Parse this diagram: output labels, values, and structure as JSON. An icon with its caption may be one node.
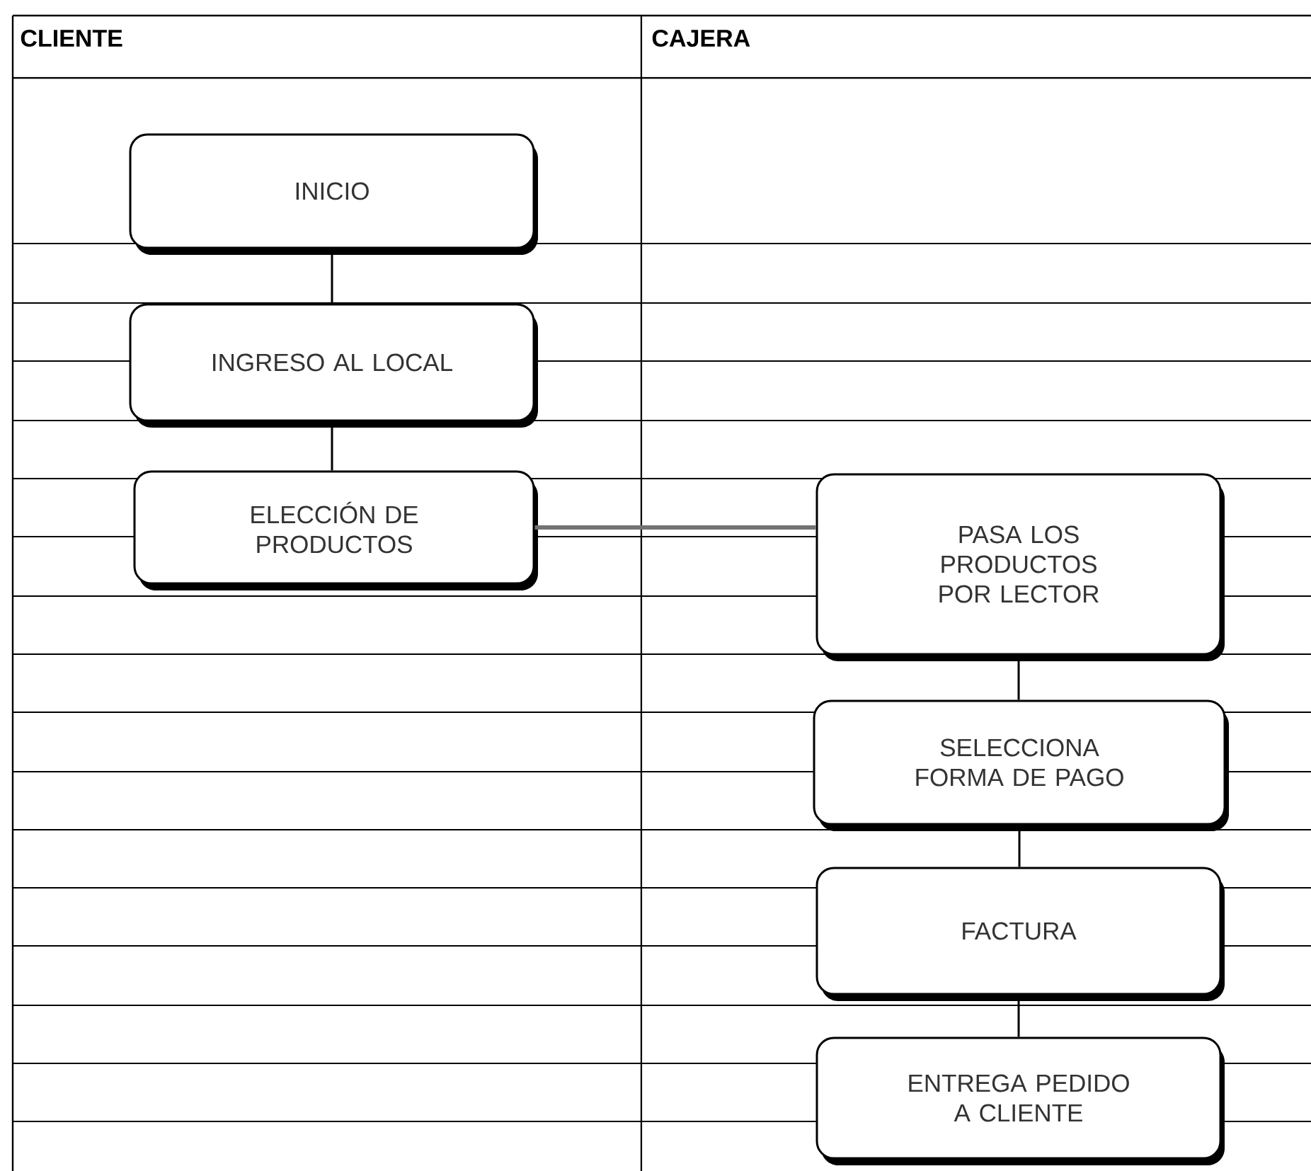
{
  "diagram": {
    "nodes": [
      {
        "text": [
          "INICIO"
        ]
      },
      {
        "text": [
          "INGRESO AL LOCAL"
        ]
      },
      {
        "text": [
          "ELECCIÓN DE PRODUCTOS"
        ]
      },
      {
        "text": [
          "PASA LOS PRODUCTOS POR LECTOR"
        ]
      },
      {
        "text": [
          "SELECCIONA FORMA DE PAGO"
        ]
      },
      {
        "text": [
          "FACTURA"
        ]
      },
      {
        "text": [
          "ENTREGA PEDIDO A CLIENTE"
        ]
      }
    ],
    "edges": [
      {
        "from": 0,
        "to": 1,
        "arrow": "none"
      },
      {
        "from": 1,
        "to": 2,
        "arrow": "none"
      },
      {
        "from": 2,
        "to": 3,
        "arrow": "none",
        "style": "thick",
        "color": "#737373"
      },
      {
        "from": 3,
        "to": 4,
        "arrow": "none"
      },
      {
        "from": 4,
        "to": 5,
        "arrow": "none"
      },
      {
        "from": 5,
        "to": 6,
        "arrow": "none"
      }
    ],
    "labels": [
      "CLIENTE",
      "CAJERA"
    ]
  }
}
